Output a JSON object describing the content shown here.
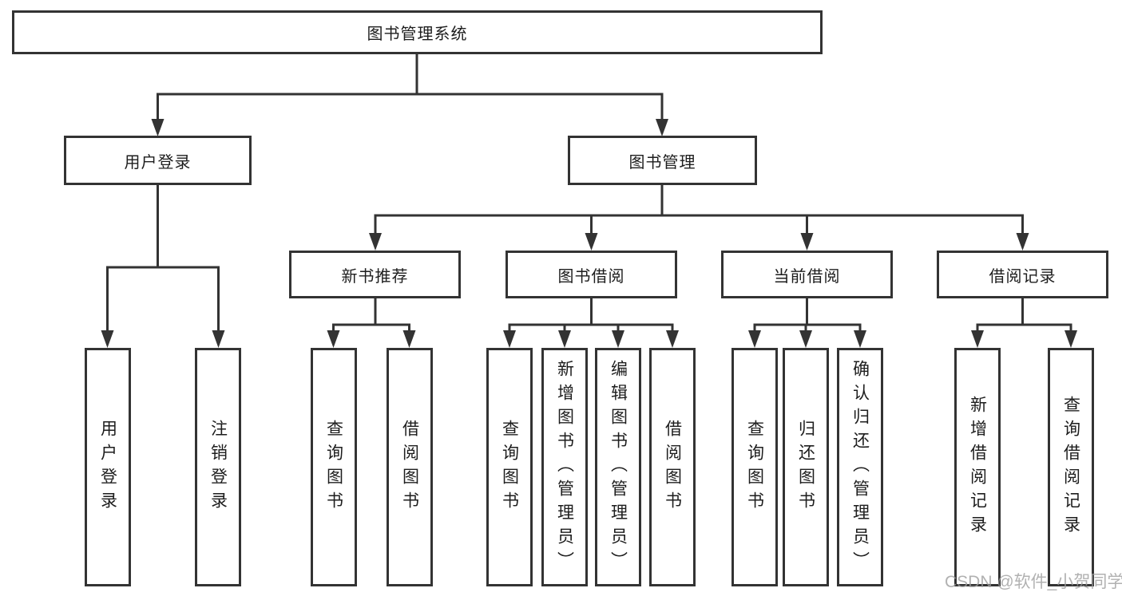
{
  "diagram": {
    "root": {
      "label": "图书管理系统"
    },
    "level2": [
      {
        "label": "用户登录"
      },
      {
        "label": "图书管理"
      }
    ],
    "level3": [
      {
        "label": "新书推荐"
      },
      {
        "label": "图书借阅"
      },
      {
        "label": "当前借阅"
      },
      {
        "label": "借阅记录"
      }
    ],
    "leaves": {
      "user_login": [
        "用户登录",
        "注销登录"
      ],
      "new_books": [
        "查询图书",
        "借阅图书"
      ],
      "book_borrow": [
        "查询图书",
        "新增图书（管理员）",
        "编辑图书（管理员）",
        "借阅图书"
      ],
      "current_borrow": [
        "查询图书",
        "归还图书",
        "确认归还（管理员）"
      ],
      "borrow_records": [
        "新增借阅记录",
        "查询借阅记录"
      ]
    }
  },
  "watermark": {
    "text": "CSDN @软件_小贺同学"
  },
  "colors": {
    "line": "#333333",
    "text": "#1d1d1d",
    "watermark": "#9e9e9e",
    "background": "#ffffff"
  }
}
